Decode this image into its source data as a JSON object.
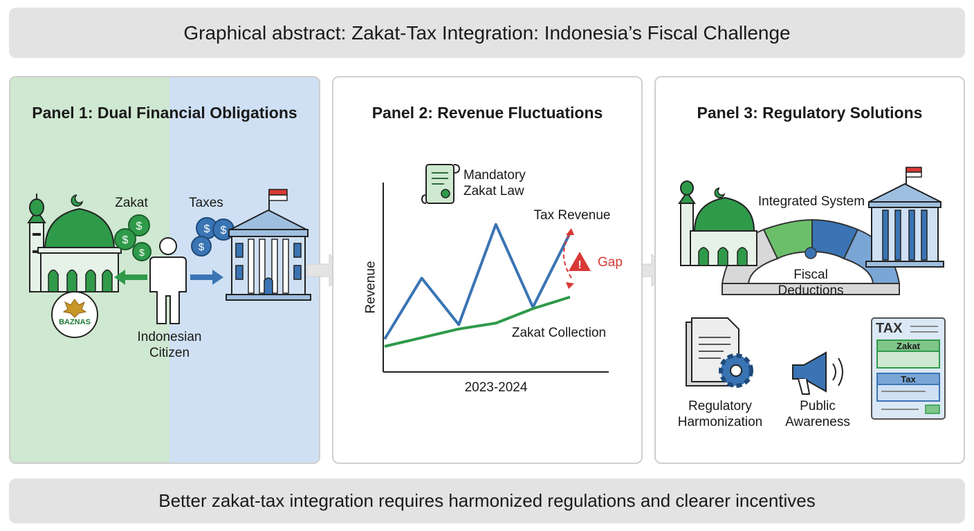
{
  "title": "Graphical abstract: Zakat-Tax Integration: Indonesia’s Fiscal Challenge",
  "footer": "Better zakat-tax integration requires harmonized regulations and clearer incentives",
  "colors": {
    "green": "#2f9a4a",
    "blue": "#3a74b4",
    "red": "#d93a35",
    "panel_green": "#cfe8d1",
    "panel_blue": "#cfe0f4"
  },
  "panel1": {
    "title": "Panel 1: Dual Financial Obligations",
    "zakat_label": "Zakat",
    "taxes_label": "Taxes",
    "citizen_label": "Indonesian Citizen",
    "baznas": "BAZNAS",
    "icons": [
      "mosque-icon",
      "coin-icon",
      "person-icon",
      "government-building-icon",
      "flag-icon"
    ]
  },
  "panel2": {
    "title": "Panel 2: Revenue Fluctuations",
    "law_label": "Mandatory Zakat Law",
    "gap_label": "Gap",
    "chart_data": {
      "type": "line",
      "xlabel": "2023-2024",
      "ylabel": "Revenue",
      "series": [
        {
          "name": "Tax Revenue",
          "values": [
            0.15,
            0.57,
            0.25,
            0.94,
            0.37,
            0.88
          ]
        },
        {
          "name": "Zakat Collection",
          "values": [
            0.1,
            0.16,
            0.22,
            0.26,
            0.36,
            0.44
          ]
        }
      ]
    }
  },
  "panel3": {
    "title": "Panel 3: Regulatory Solutions",
    "integrated_label": "Integrated System",
    "fiscal_label": "Fiscal Deductions",
    "regulatory_label": "Regulatory Harmonization",
    "public_label": "Public Awareness",
    "form_title": "TAX",
    "form_zakat": "Zakat",
    "form_tax": "Tax",
    "icons": [
      "puzzle-icon",
      "document-gear-icon",
      "megaphone-icon",
      "tax-form-icon"
    ]
  }
}
